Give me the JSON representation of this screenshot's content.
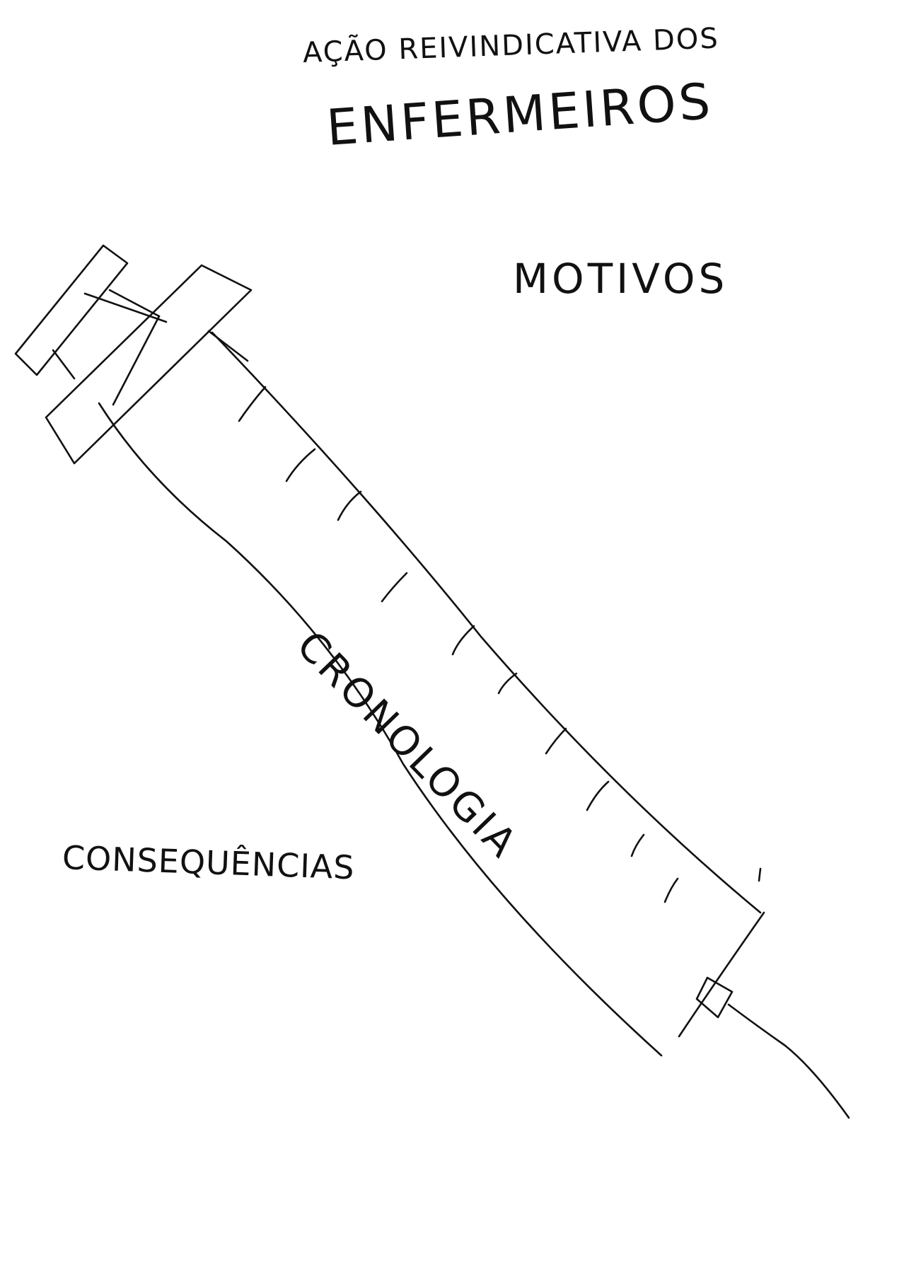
{
  "title": {
    "line1": "AÇÃO REIVINDICATIVA DOS",
    "line2": "ENFERMEIROS"
  },
  "labels": {
    "motivos": "MOTIVOS",
    "cronologia": "CRONOLOGIA",
    "consequencias": "CONSEQUÊNCIAS"
  },
  "drawing": {
    "icon": "syringe-icon",
    "stroke_color": "#111111",
    "background_color": "#ffffff"
  }
}
